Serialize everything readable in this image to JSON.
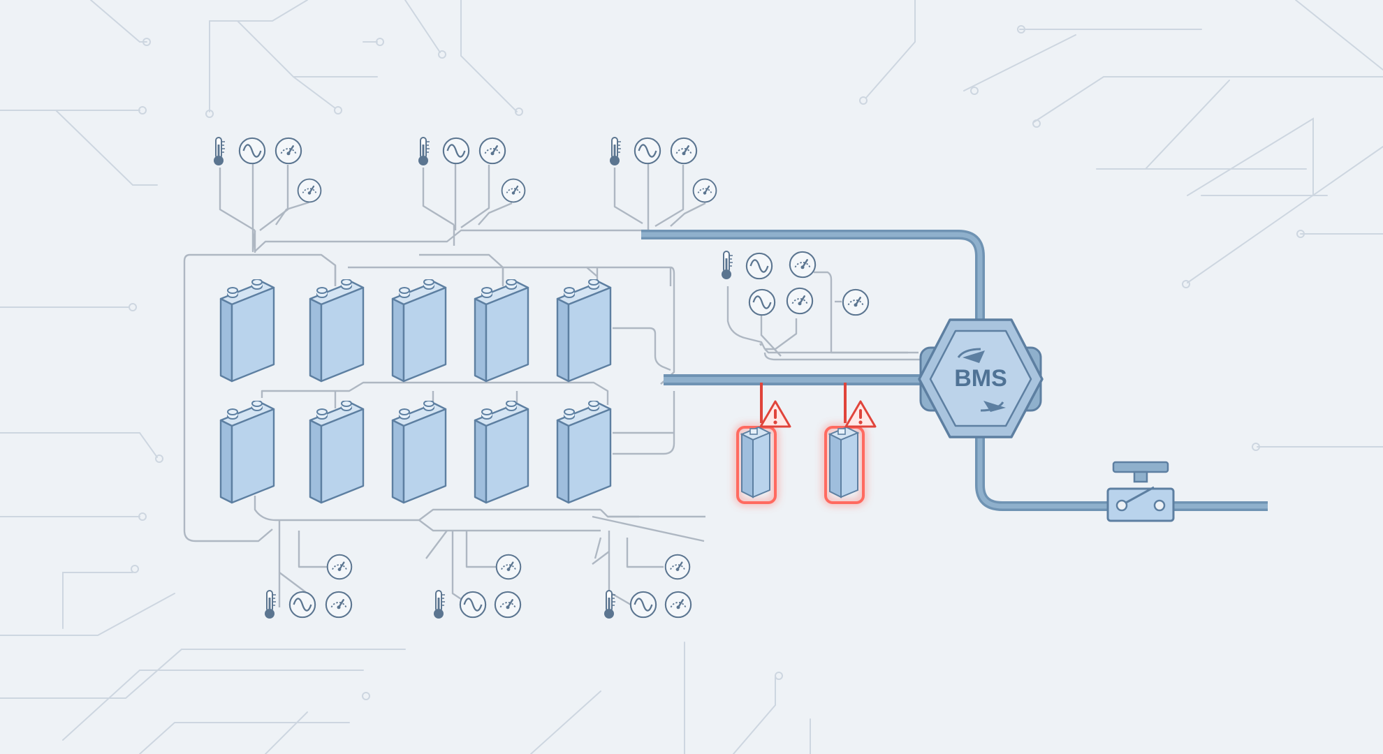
{
  "bms": {
    "label": "BMS",
    "icon": "bms-controller-icon"
  },
  "icons": {
    "thermometer": "thermometer-icon",
    "waveform": "waveform-icon",
    "gauge": "gauge-icon",
    "warning": "warning-icon",
    "battery": "battery-cell-icon",
    "switch": "disconnect-switch-icon"
  },
  "modules": {
    "top_row_cells": 5,
    "bottom_row_cells": 5,
    "faulty_cells": 2
  },
  "colors": {
    "background": "#eef2f6",
    "circuit_trace": "#c9d3de",
    "wire": "#aeb7c2",
    "bus": "#6f93b3",
    "bus_fill": "#8fb0cc",
    "cell_fill": "#b9d3ec",
    "cell_stroke": "#5d7fa1",
    "sensor": "#5b7590",
    "alert": "#e0443b",
    "alert_glow": "#ff9c93"
  }
}
